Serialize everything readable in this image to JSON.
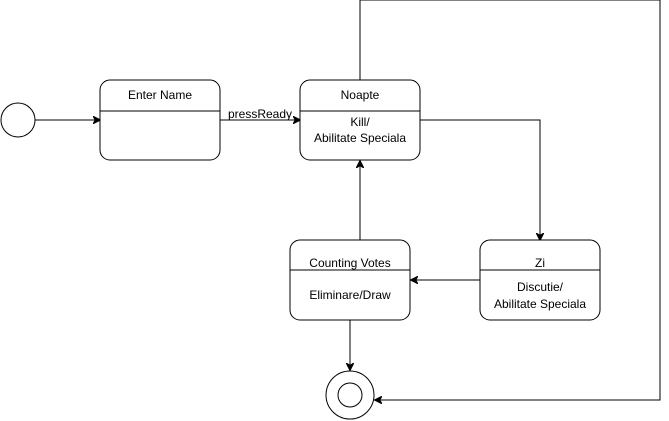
{
  "states": {
    "enter_name": {
      "title": "Enter Name",
      "body": []
    },
    "noapte": {
      "title": "Noapte",
      "body": [
        "Kill/",
        "Abilitate Speciala"
      ]
    },
    "counting_votes": {
      "title": "Counting Votes",
      "body": [
        "Eliminare/Draw"
      ]
    },
    "zi": {
      "title": "Zi",
      "body": [
        "Discutie/",
        "Abilitate Speciala"
      ]
    }
  },
  "transitions": {
    "enter_to_noapte": {
      "label": "pressReady"
    }
  },
  "colors": {
    "stroke": "#000000",
    "fill": "#ffffff"
  }
}
